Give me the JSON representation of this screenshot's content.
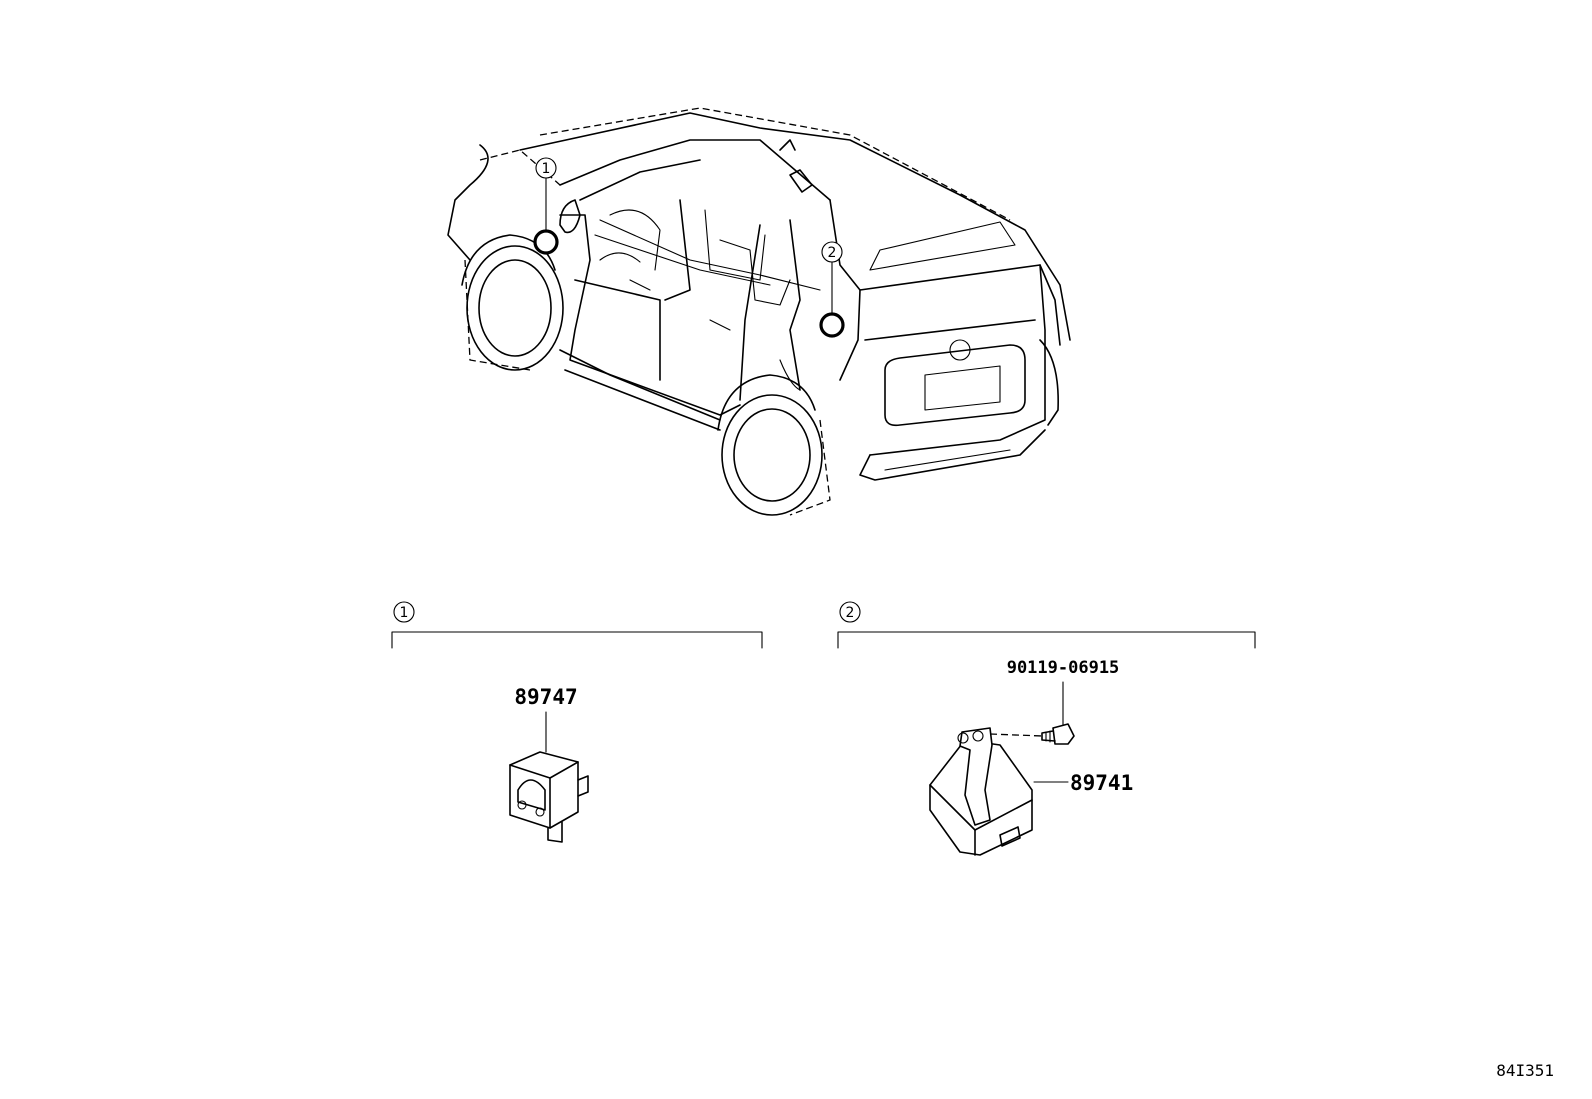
{
  "callouts": {
    "one": "1",
    "two": "2"
  },
  "groups": [
    {
      "marker": "1",
      "parts": [
        "89747"
      ]
    },
    {
      "marker": "2",
      "parts": [
        "90119-06915",
        "89741"
      ]
    }
  ],
  "labels": {
    "sensor_part": "89747",
    "bolt_part": "90119-06915",
    "module_part": "89741"
  },
  "illustration_ref": "84I351"
}
